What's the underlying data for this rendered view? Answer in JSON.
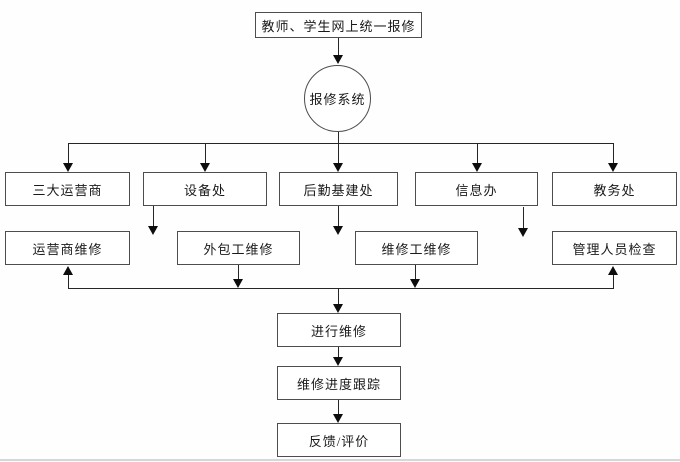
{
  "nodes": {
    "entry": "教师、学生网上统一报修",
    "system": "报修系统",
    "departments": [
      "三大运营商",
      "设备处",
      "后勤基建处",
      "信息办",
      "教务处"
    ],
    "repair_teams": [
      "运营商维修",
      "外包工维修",
      "维修工维修",
      "管理人员检查"
    ],
    "process": [
      "进行维修",
      "维修进度跟踪",
      "反馈/评价"
    ]
  },
  "edges": [
    {
      "from": "教师、学生网上统一报修",
      "to": "报修系统"
    },
    {
      "from": "报修系统",
      "to": "三大运营商"
    },
    {
      "from": "报修系统",
      "to": "设备处"
    },
    {
      "from": "报修系统",
      "to": "后勤基建处"
    },
    {
      "from": "报修系统",
      "to": "信息办"
    },
    {
      "from": "报修系统",
      "to": "教务处"
    },
    {
      "from": "设备处",
      "to": "外包工维修"
    },
    {
      "from": "后勤基建处",
      "to": "维修工维修"
    },
    {
      "from": "信息办",
      "to": "管理人员检查"
    },
    {
      "from": "外包工维修",
      "to": "汇合线"
    },
    {
      "from": "维修工维修",
      "to": "汇合线"
    },
    {
      "from": "汇合线",
      "to": "运营商维修"
    },
    {
      "from": "汇合线",
      "to": "管理人员检查"
    },
    {
      "from": "汇合线",
      "to": "进行维修"
    },
    {
      "from": "进行维修",
      "to": "维修进度跟踪"
    },
    {
      "from": "维修进度跟踪",
      "to": "反馈/评价"
    }
  ],
  "colors": {
    "line": "#262626",
    "border": "#4d4d4d",
    "background": "#fefefe"
  }
}
